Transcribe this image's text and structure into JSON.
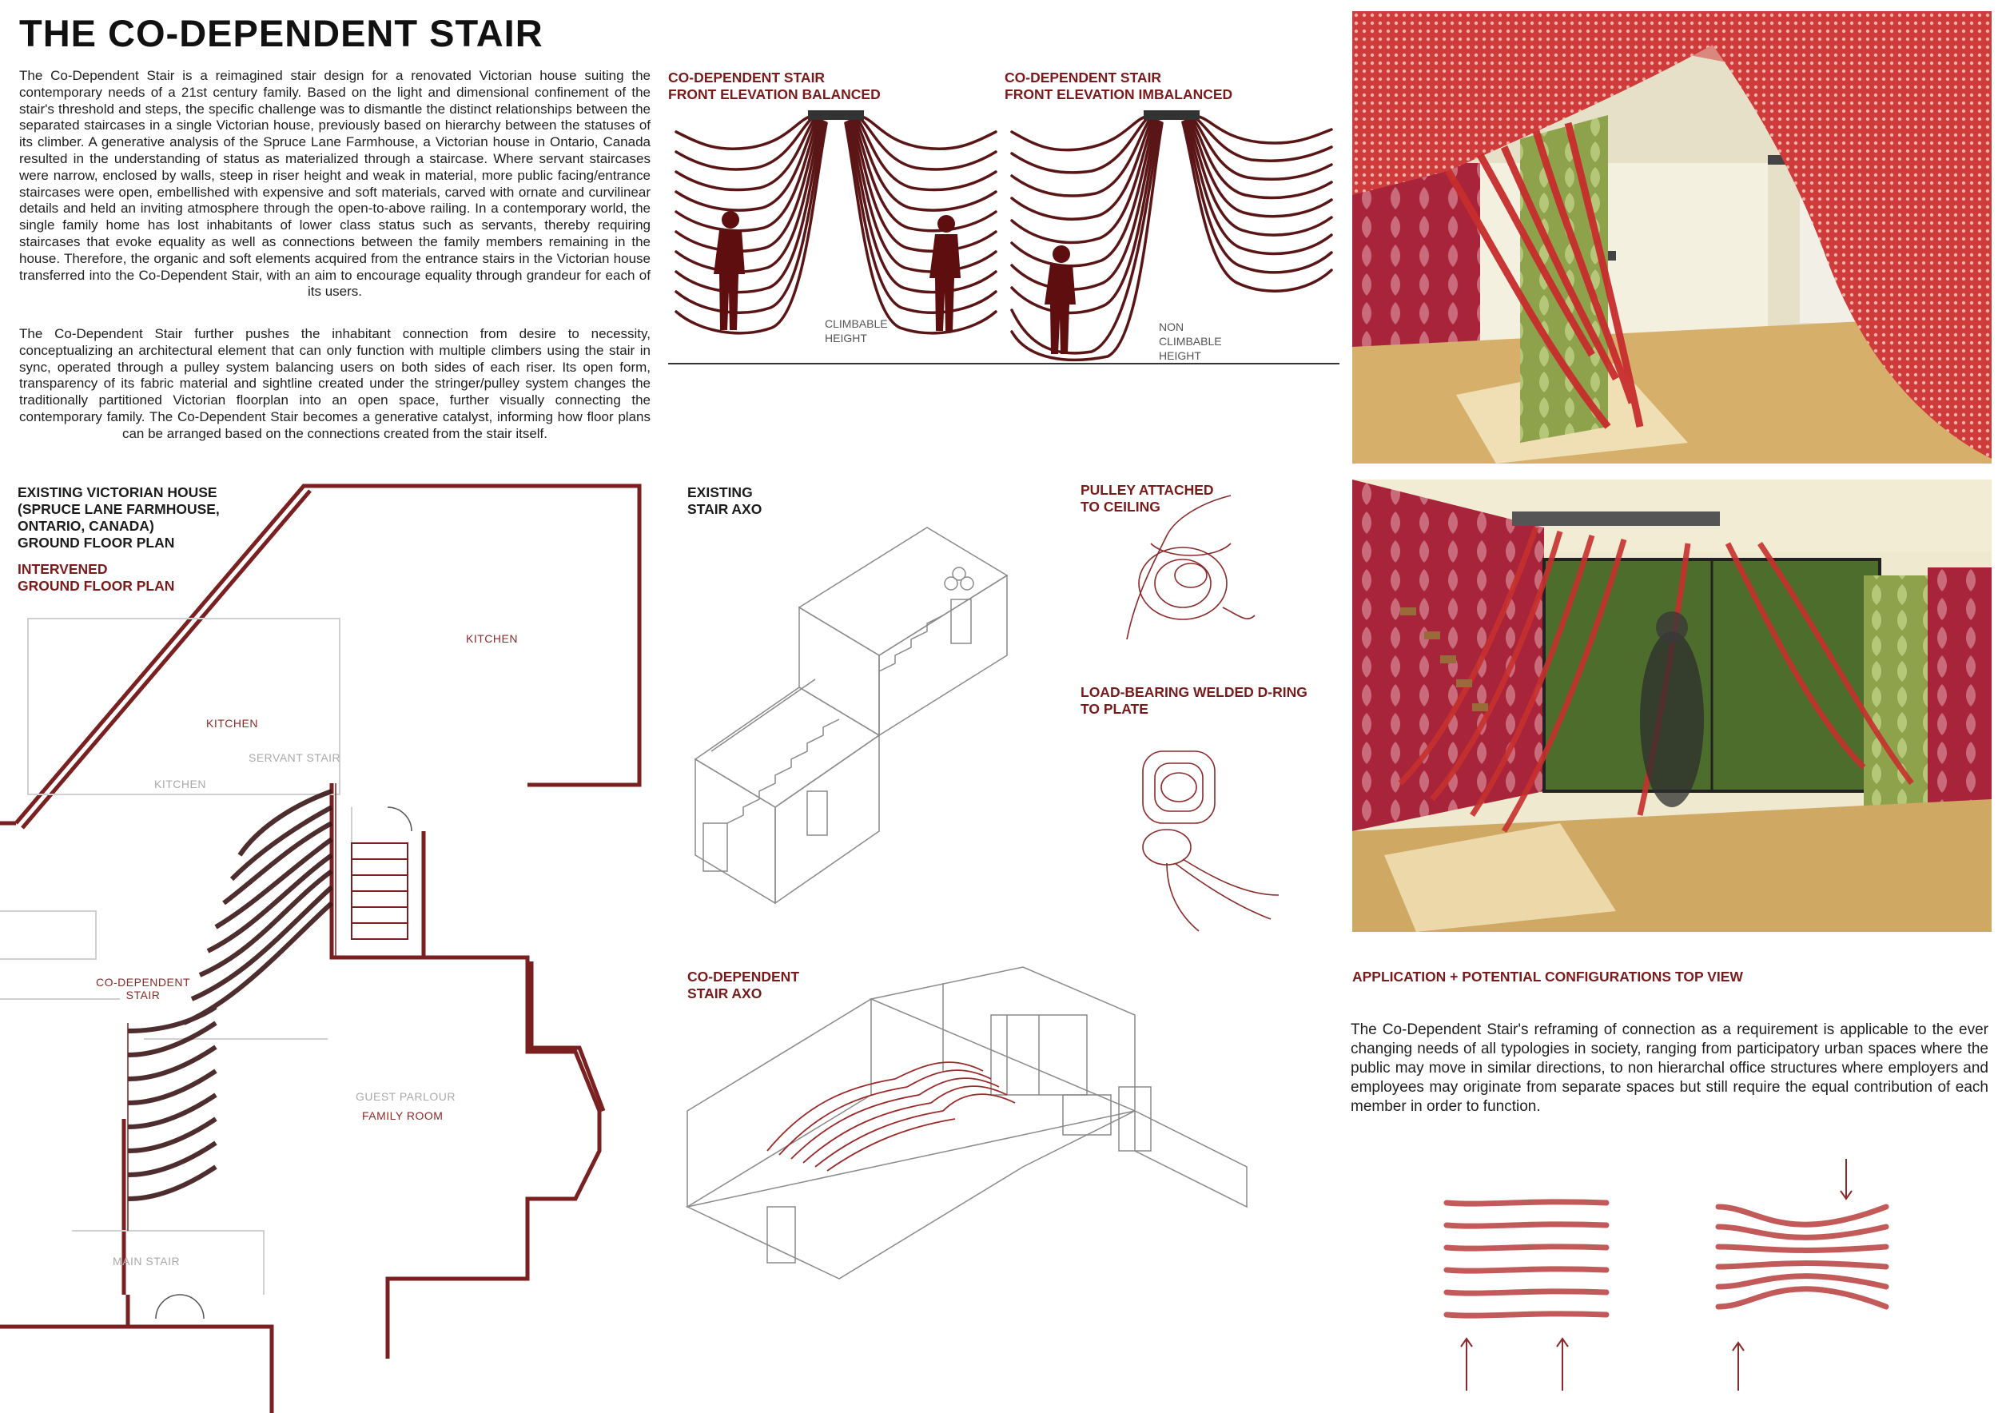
{
  "title": "THE CO-DEPENDENT STAIR",
  "intro": {
    "paragraph_1": "The Co-Dependent Stair is a reimagined stair design for a renovated Victorian house suiting the contemporary needs of a 21st century family. Based on the light and dimensional confinement of the stair's threshold and steps, the specific challenge was to dismantle the distinct relationships between the separated staircases in a single Victorian house, previously based on hierarchy between the statuses of its climber. A generative analysis of the Spruce Lane Farmhouse, a Victorian house in Ontario, Canada resulted in the understanding of status as materialized through a staircase. Where servant staircases were narrow, enclosed by walls, steep in riser height and weak in material, more public facing/entrance staircases were open, embellished with expensive and soft materials, carved with ornate and curvilinear details and held an inviting atmosphere through the open-to-above railing. In a contemporary world, the single family home has lost inhabitants of lower class status such as servants, thereby requiring staircases that evoke equality as well as connections between the family members remaining in the house. Therefore, the organic and soft elements acquired from the entrance stairs in the Victorian house transferred into the Co-Dependent Stair, with an aim to encourage equality through grandeur for each of its users.",
    "paragraph_2": "The Co-Dependent Stair further pushes the inhabitant connection from desire to necessity, conceptualizing an architectural element that can only function with multiple climbers using the stair in sync, operated through a pulley system balancing users on both sides of each riser. Its open form, transparency of its fabric material and sightline created under the stringer/pulley system changes the traditionally partitioned Victorian floorplan into an open space, further visually connecting the contemporary family. The Co-Dependent Stair becomes a generative catalyst, informing how floor plans can be arranged based on the connections created from the stair itself."
  },
  "elevations": {
    "balanced": {
      "title_1": "CO-DEPENDENT STAIR",
      "title_2": "FRONT ELEVATION BALANCED",
      "note_1": "CLIMBABLE",
      "note_2": "HEIGHT"
    },
    "imbalanced": {
      "title_1": "CO-DEPENDENT STAIR",
      "title_2": "FRONT ELEVATION IMBALANCED",
      "note_1": "NON",
      "note_2": "CLIMBABLE",
      "note_3": "HEIGHT"
    }
  },
  "plan": {
    "label_1": "EXISTING VICTORIAN HOUSE",
    "label_2": "(SPRUCE LANE FARMHOUSE,",
    "label_3": "ONTARIO, CANADA)",
    "label_4": "GROUND FLOOR PLAN",
    "intervened_1": "INTERVENED",
    "intervened_2": "GROUND FLOOR PLAN",
    "rooms": {
      "kitchen_a": "KITCHEN",
      "kitchen_b": "KITCHEN",
      "kitchen_c": "KITCHEN",
      "servant_stair": "SERVANT STAIR",
      "codep_1": "CO-DEPENDENT",
      "codep_2": "STAIR",
      "guest_parlour": "GUEST PARLOUR",
      "family_room": "FAMILY ROOM",
      "main_stair": "MAIN STAIR"
    }
  },
  "existing_axo": {
    "label_1": "EXISTING",
    "label_2": "STAIR AXO"
  },
  "codep_axo": {
    "label_1": "CO-DEPENDENT",
    "label_2": "STAIR AXO"
  },
  "details": {
    "pulley_1": "PULLEY ATTACHED",
    "pulley_2": "TO CEILING",
    "dring_1": "LOAD-BEARING WELDED D-RING",
    "dring_2": "TO PLATE"
  },
  "application": {
    "title": "APPLICATION + POTENTIAL CONFIGURATIONS TOP VIEW",
    "text": "The Co-Dependent Stair's reframing of connection as a requirement is applicable to the ever changing needs of all typologies in society, ranging from participatory urban spaces where the public may move in similar directions, to non hierarchal office structures where employers and employees may originate from separate spaces but still require the equal contribution of each member in order to function."
  },
  "colors": {
    "accent_red": "#7a1b1b",
    "stair_red": "#c43a3a",
    "wall_green": "#8aa04a",
    "wood": "#d9b97a"
  }
}
